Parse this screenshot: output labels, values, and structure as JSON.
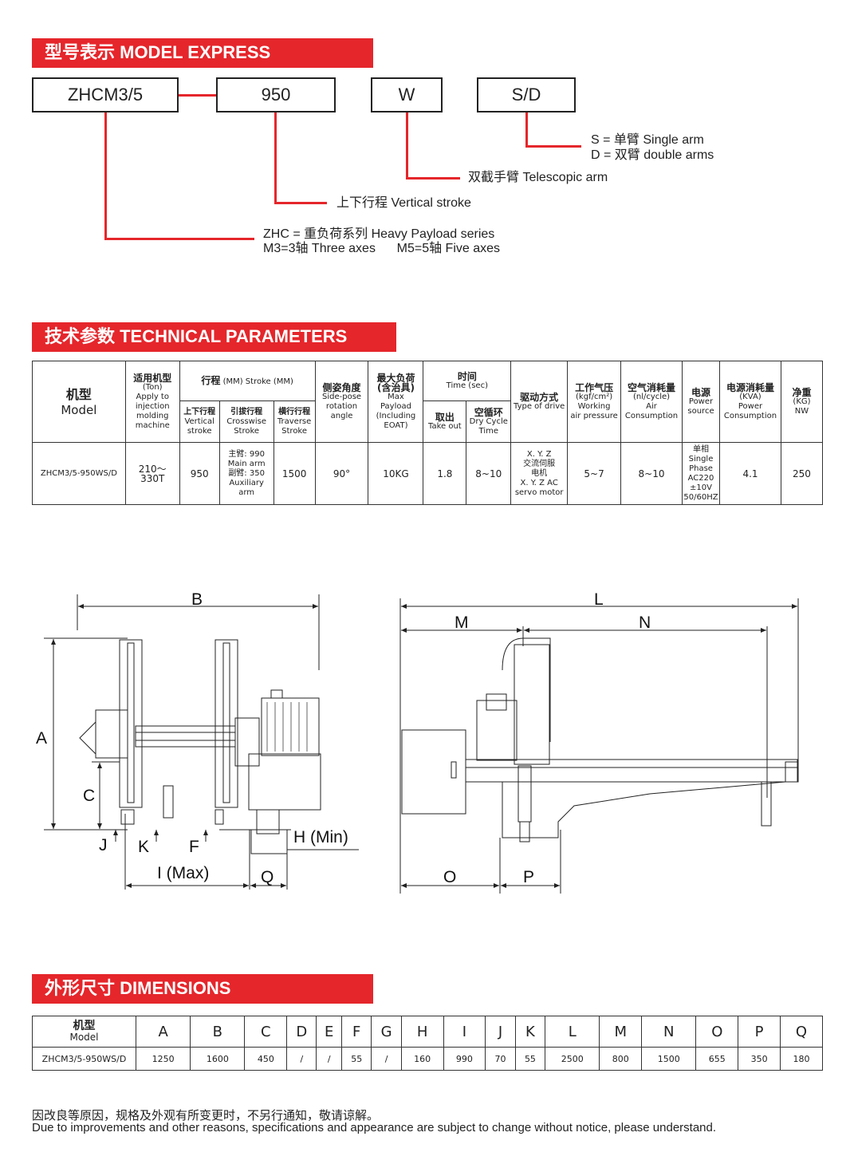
{
  "model_express": {
    "title": "型号表示 MODEL EXPRESS",
    "boxes": [
      "ZHCM3/5",
      "950",
      "W",
      "S/D"
    ],
    "arm_s": "S = 单臂 Single arm",
    "arm_d": "D = 双臂 double arms",
    "telescopic": "双截手臂 Telescopic arm",
    "vertical": "上下行程 Vertical stroke",
    "series_1": "ZHC = 重负荷系列 Heavy Payload series",
    "series_2": "M3=3轴 Three axes      M5=5轴 Five axes",
    "accent_color": "#e5262b"
  },
  "technical": {
    "title": "技术参数 TECHNICAL PARAMETERS",
    "headers": {
      "model_cn": "机型",
      "model_en": "Model",
      "apply_cn": "适用机型",
      "apply_en": "(Ton)\nApply to\ninjection\nmolding\nmachine",
      "stroke_cn": "行程",
      "stroke_en": "(MM) Stroke (MM)",
      "vert_cn": "上下行程",
      "vert_en": "Vertical\nstroke",
      "cross_cn": "引拔行程",
      "cross_en": "Crosswise\nStroke",
      "trav_cn": "横行行程",
      "trav_en": "Traverse\nStroke",
      "side_cn": "侧姿角度",
      "side_en": "Side-pose\nrotation\nangle",
      "payload_cn": "最大负荷\n(含治具)",
      "payload_en": "Max\nPayload\n(Including\nEOAT)",
      "time_cn": "时间",
      "time_en": "Time (sec)",
      "take_cn": "取出",
      "take_en": "Take out",
      "dry_cn": "空循环",
      "dry_en": "Dry Cycle\nTime",
      "drive_cn": "驱动方式",
      "drive_en": "Type of drive",
      "air_cn": "工作气压",
      "air_en": "(kgf/cm²)\nWorking\nair pressure",
      "airc_cn": "空气消耗量",
      "airc_en": "(nl/cycle)\nAir\nConsumption",
      "power_cn": "电源",
      "power_en": "Power\nsource",
      "pc_cn": "电源消耗量",
      "pc_en": "(KVA)\nPower\nConsumption",
      "nw_cn": "净重",
      "nw_en": "(KG)\nNW"
    },
    "row": {
      "model": "ZHCM3/5-950WS/D",
      "apply": "210～330T",
      "vertical": "950",
      "cross": "主臂: 990\nMain arm\n副臂: 350\nAuxiliary arm",
      "traverse": "1500",
      "angle": "90°",
      "payload": "10KG",
      "takeout": "1.8",
      "dry": "8~10",
      "drive": "X. Y. Z\n交流伺服\n电机\nX. Y. Z AC\nservo motor",
      "air": "5~7",
      "air_cons": "8~10",
      "power": "单相\nSingle\nPhase\nAC220\n±10V\n50/60HZ",
      "power_cons": "4.1",
      "nw": "250"
    }
  },
  "drawing": {
    "labels": {
      "B": "B",
      "A": "A",
      "C": "C",
      "J": "J",
      "K": "K",
      "F": "F",
      "H": "H (Min)",
      "I": "I (Max)",
      "Q": "Q",
      "L": "L",
      "M": "M",
      "N": "N",
      "O": "O",
      "P": "P"
    }
  },
  "dimensions": {
    "title": "外形尺寸 DIMENSIONS",
    "model_cn": "机型",
    "model_en": "Model",
    "model": "ZHCM3/5-950WS/D",
    "columns": [
      "A",
      "B",
      "C",
      "D",
      "E",
      "F",
      "G",
      "H",
      "I",
      "J",
      "K",
      "L",
      "M",
      "N",
      "O",
      "P",
      "Q"
    ],
    "values": [
      "1250",
      "1600",
      "450",
      "/",
      "/",
      "55",
      "/",
      "160",
      "990",
      "70",
      "55",
      "2500",
      "800",
      "1500",
      "655",
      "350",
      "180"
    ]
  },
  "notice": {
    "cn": "因改良等原因，规格及外观有所变更时，不另行通知，敬请谅解。",
    "en": "Due to improvements and other reasons, specifications and appearance are subject to change without notice, please understand."
  }
}
